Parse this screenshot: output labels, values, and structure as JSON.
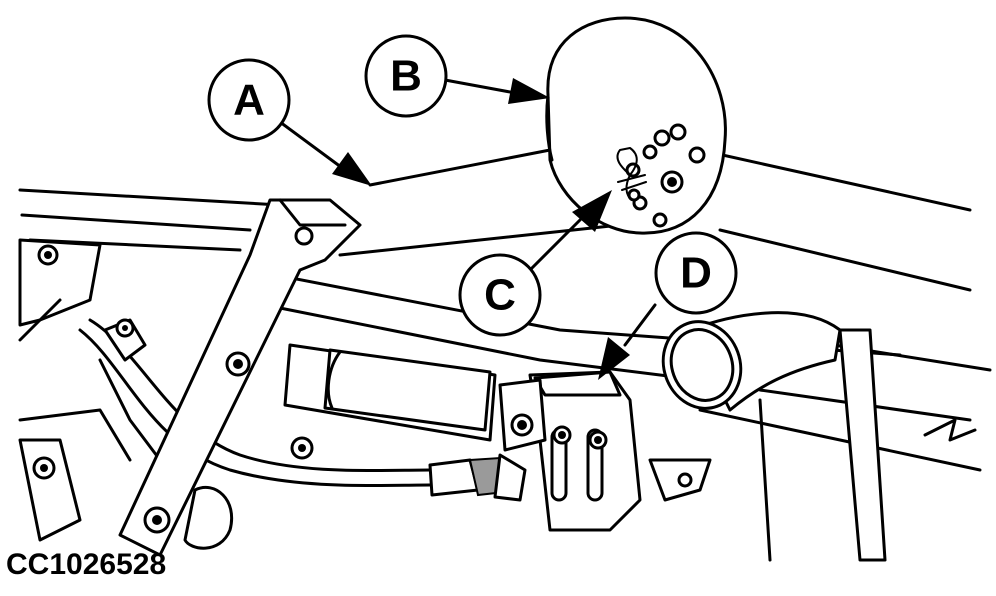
{
  "callouts": {
    "a": "A",
    "b": "B",
    "c": "C",
    "d": "D"
  },
  "figure_id": "CC1026528"
}
